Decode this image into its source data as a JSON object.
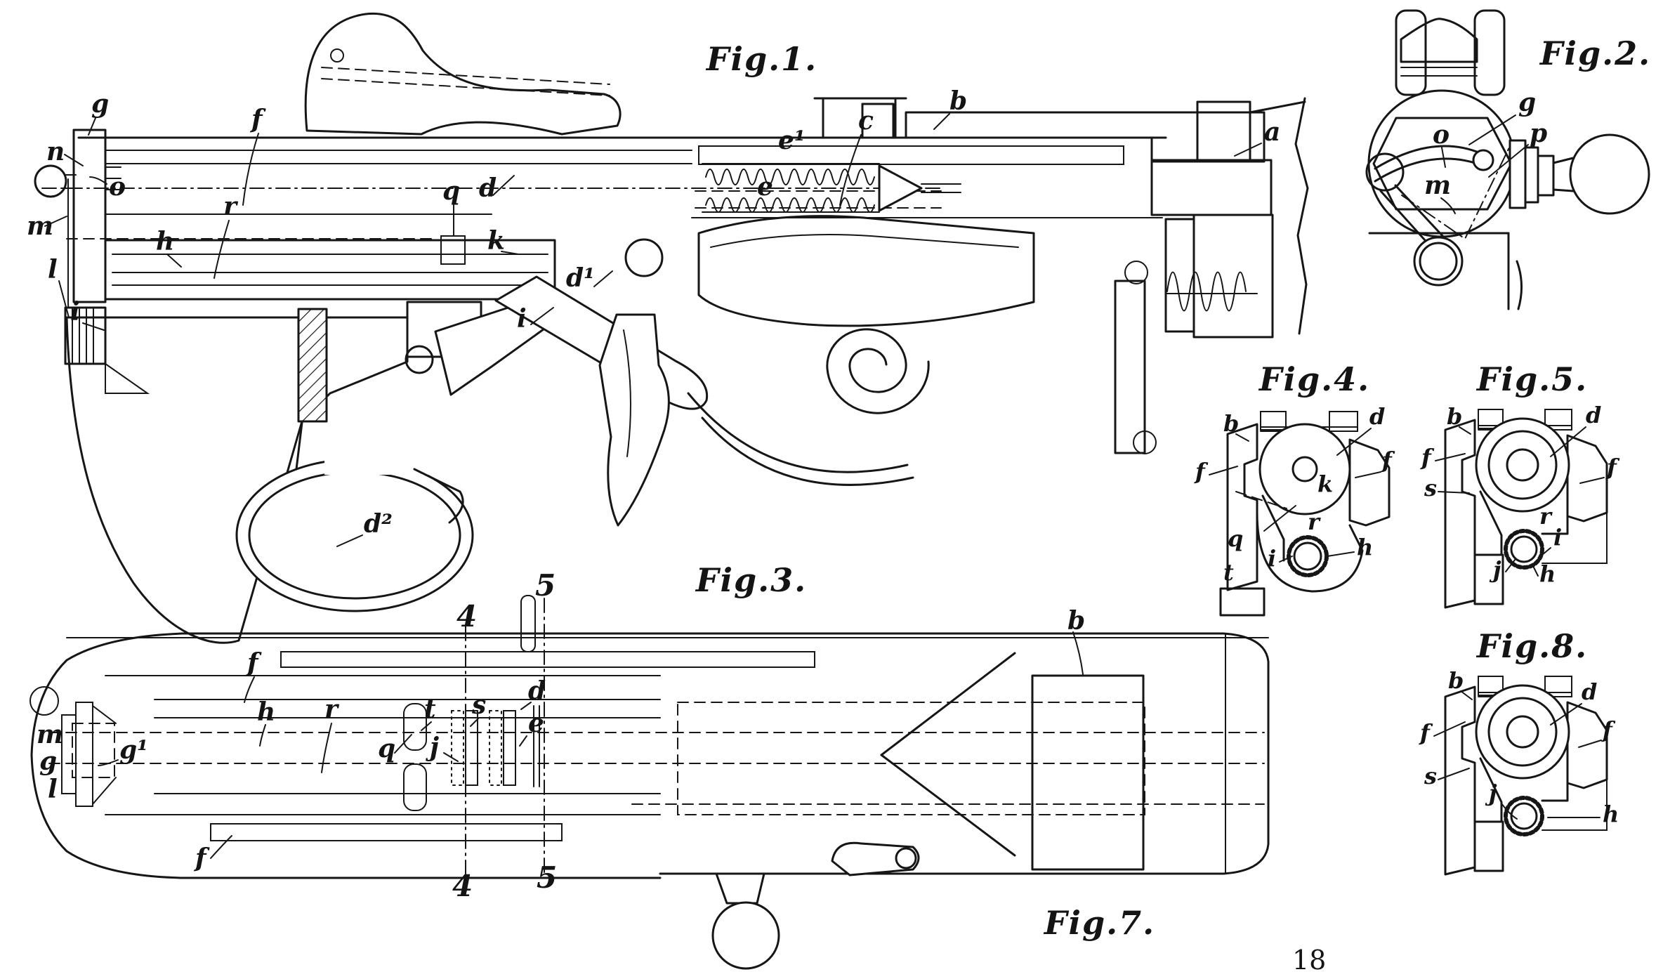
{
  "page": {
    "background": "#ffffff",
    "ink": "#161616",
    "page_number": "18"
  },
  "fig1": {
    "caption": "Fig.1.",
    "labels": {
      "g": "g",
      "n": "n",
      "o": "o",
      "m": "m",
      "l": "l",
      "i_left": "i",
      "h": "h",
      "r": "r",
      "f": "f",
      "q": "q",
      "d": "d",
      "k": "k",
      "d1": "d¹",
      "i_mid": "i",
      "d2": "d²",
      "e1": "e¹",
      "c": "c",
      "e": "e",
      "b": "b",
      "a": "a"
    }
  },
  "fig2": {
    "caption": "Fig.2.",
    "labels": {
      "g": "g",
      "o": "o",
      "p": "p",
      "m": "m"
    }
  },
  "fig3": {
    "caption": "Fig.3.",
    "labels": {
      "m": "m",
      "g": "g",
      "g1": "g¹",
      "l": "l",
      "f_top": "f",
      "h": "h",
      "r": "r",
      "q": "q",
      "t": "t",
      "j": "j",
      "s": "s",
      "d": "d",
      "e": "e",
      "f_bottom": "f",
      "b": "b",
      "sec4_top": "4",
      "sec5_top": "5",
      "sec4_bottom": "4",
      "sec5_bottom": "5"
    }
  },
  "fig4": {
    "caption": "Fig.4.",
    "labels": {
      "b": "b",
      "d": "d",
      "f_left": "f",
      "f_right": "f",
      "k": "k",
      "q": "q",
      "i": "i",
      "t": "t",
      "r": "r",
      "h": "h"
    }
  },
  "fig5": {
    "caption": "Fig.5.",
    "labels": {
      "b": "b",
      "d": "d",
      "f_left": "f",
      "f_right": "f",
      "s": "s",
      "r": "r",
      "i": "i",
      "j": "j",
      "h": "h"
    }
  },
  "fig7": {
    "caption": "Fig.7."
  },
  "fig8": {
    "caption": "Fig.8.",
    "labels": {
      "b": "b",
      "d": "d",
      "f_left": "f",
      "f_right": "f",
      "s": "s",
      "j": "j",
      "h": "h"
    }
  }
}
